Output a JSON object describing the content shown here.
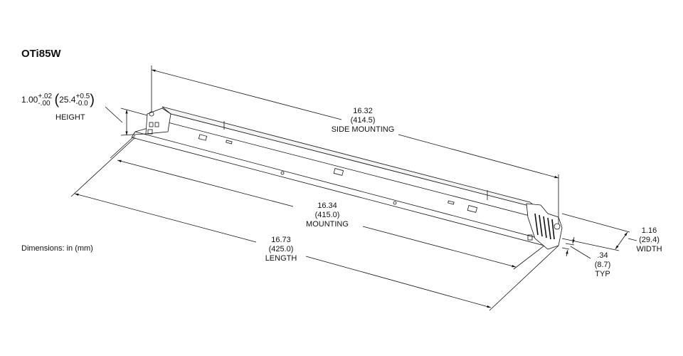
{
  "title": "OTi85W",
  "units_note": "Dimensions: in (mm)",
  "height": {
    "nominal_in": "1.00",
    "tol_plus_in": "+.02",
    "tol_minus_in": "-.00",
    "nominal_mm": "25.4",
    "tol_plus_mm": "+0.5",
    "tol_minus_mm": "-0.0",
    "label": "HEIGHT"
  },
  "side_mounting": {
    "in": "16.32",
    "mm": "(414.5)",
    "label": "SIDE MOUNTING"
  },
  "mounting": {
    "in": "16.34",
    "mm": "(415.0)",
    "label": "MOUNTING"
  },
  "length": {
    "in": "16.73",
    "mm": "(425.0)",
    "label": "LENGTH"
  },
  "width": {
    "in": "1.16",
    "mm": "(29.4)",
    "label": "WIDTH"
  },
  "slot": {
    "in": ".34",
    "mm": "(8.7)",
    "label": "TYP"
  }
}
